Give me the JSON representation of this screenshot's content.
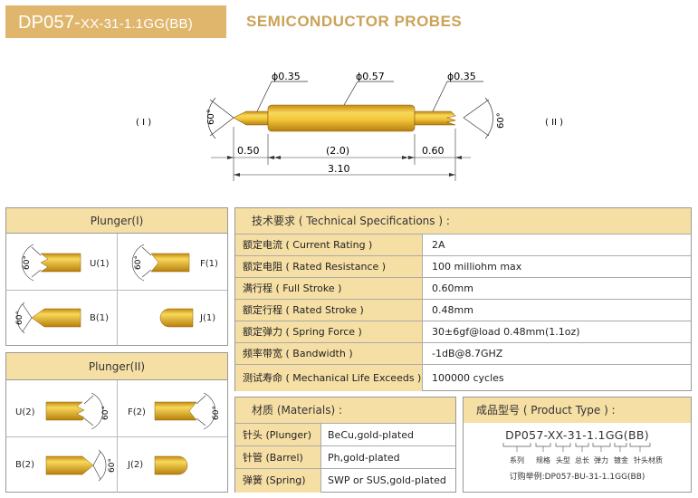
{
  "header": {
    "part_prefix": "DP057-",
    "part_suffix": "XX-31-1.1GG(BB)",
    "category": "SEMICONDUCTOR PROBES"
  },
  "drawing": {
    "dia_left": "ϕ0.35",
    "dia_mid": "ϕ0.57",
    "dia_right": "ϕ0.35",
    "angle_left": "60°",
    "angle_right": "60°",
    "dim_tip": "0.50",
    "dim_mid": "(2.0)",
    "dim_right": "0.60",
    "dim_total": "3.10",
    "end_left": "( I )",
    "end_right": "( II )"
  },
  "plunger1": {
    "title": "Plunger(I)",
    "items": [
      {
        "code": "U(1)",
        "angle": "60°"
      },
      {
        "code": "F(1)",
        "angle": "60°"
      },
      {
        "code": "B(1)",
        "angle": "60°"
      },
      {
        "code": "J(1)"
      }
    ]
  },
  "plunger2": {
    "title": "Plunger(II)",
    "items": [
      {
        "code": "U(2)",
        "angle": "60°"
      },
      {
        "code": "F(2)",
        "angle": "60°"
      },
      {
        "code": "B(2)",
        "angle": "60°"
      },
      {
        "code": "J(2)"
      }
    ]
  },
  "specs": {
    "title": "技术要求 ( Technical Specifications ) :",
    "rows": [
      {
        "label": "额定电流 ( Current Rating )",
        "value": "2A"
      },
      {
        "label": "额定电阻 ( Rated Resistance )",
        "value": "100 milliohm max"
      },
      {
        "label": "满行程 ( Full Stroke )",
        "value": "0.60mm"
      },
      {
        "label": "额定行程 ( Rated Stroke )",
        "value": "0.48mm"
      },
      {
        "label": "额定弹力 ( Spring Force )",
        "value": "30±6gf@load 0.48mm(1.1oz)"
      },
      {
        "label": "频率带宽 ( Bandwidth )",
        "value": "-1dB@8.7GHZ"
      },
      {
        "label": "测试寿命 ( Mechanical Life Exceeds )",
        "value": "100000 cycles"
      }
    ]
  },
  "materials": {
    "title": "材质 (Materials) :",
    "rows": [
      {
        "label": "针头 (Plunger)",
        "value": "BeCu,gold-plated"
      },
      {
        "label": "针管 (Barrel)",
        "value": "Ph,gold-plated"
      },
      {
        "label": "弹簧 (Spring)",
        "value": "SWP or SUS,gold-plated"
      }
    ]
  },
  "product_type": {
    "title": "成品型号 ( Product Type ) :",
    "code": "DP057-XX-31-1.1GG(BB)",
    "legend": [
      "系列",
      "规格",
      "头型",
      "总长",
      "弹力",
      "镀金",
      "针头材质"
    ],
    "example": "订购举例:DP057-BU-31-1.1GG(BB)"
  },
  "colors": {
    "gold_light": "#f8d85a",
    "gold_dark": "#c48a12",
    "header_bg": "#f6dfa5",
    "title_bg": "#dfb66b",
    "accent_text": "#caa257"
  }
}
